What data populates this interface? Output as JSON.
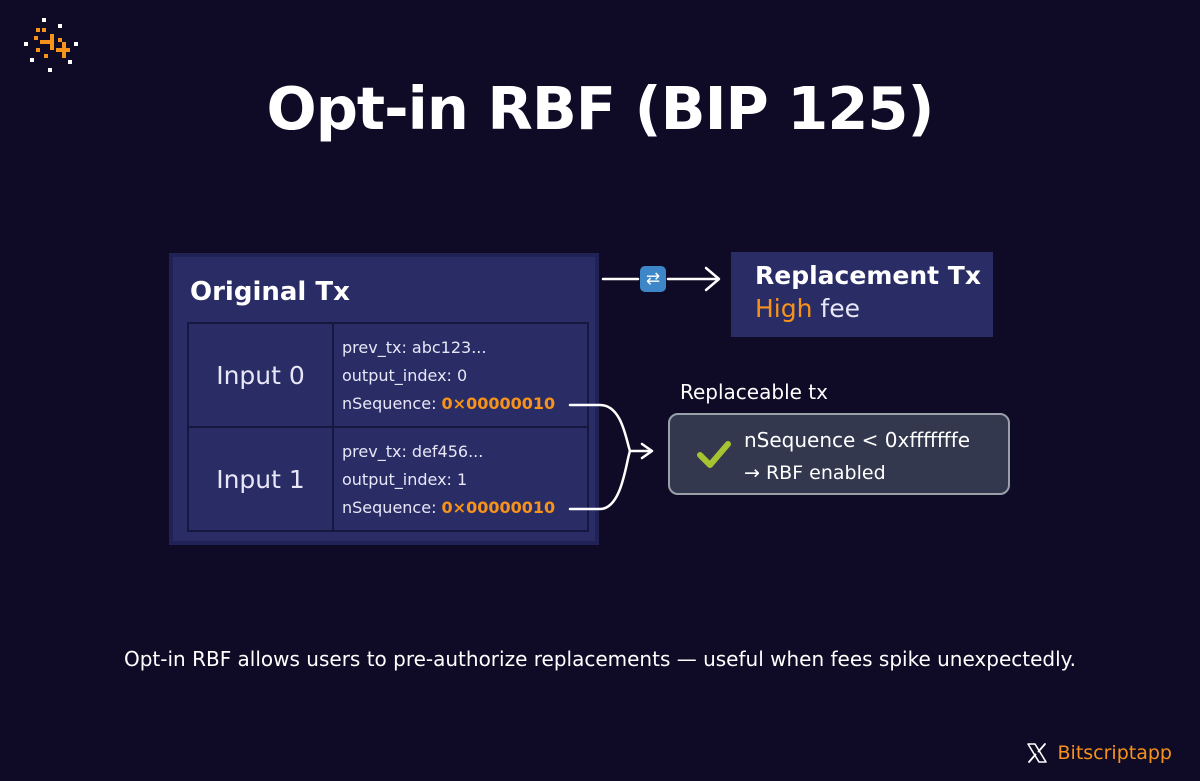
{
  "title": "Opt-in RBF (BIP 125)",
  "original_tx": {
    "title": "Original Tx",
    "inputs": [
      {
        "label": "Input 0",
        "prev_tx": "prev_tx: abc123...",
        "output_index": "output_index: 0",
        "nsequence_label": "nSequence: ",
        "nsequence_value": "0×00000010"
      },
      {
        "label": "Input 1",
        "prev_tx": "prev_tx: def456...",
        "output_index": "output_index: 1",
        "nsequence_label": "nSequence: ",
        "nsequence_value": "0×00000010"
      }
    ]
  },
  "swap_icon": "repeat-arrows-icon",
  "replacement_tx": {
    "title": "Replacement Tx",
    "fee_high": "High",
    "fee_rest": " fee"
  },
  "replaceable": {
    "label": "Replaceable tx",
    "line1": "nSequence < 0xfffffffe",
    "line2": "→ RBF enabled",
    "icon": "check-icon"
  },
  "caption": "Opt-in RBF allows users to pre-authorize replacements — useful when fees spike unexpectedly.",
  "brand": {
    "name": "Bitscriptapp",
    "icon": "x-logo-icon"
  },
  "colors": {
    "background": "#0f0b26",
    "panel": "#2a2c66",
    "accent": "#f7931a",
    "check": "#a6c332",
    "status_box": "#33384e"
  }
}
